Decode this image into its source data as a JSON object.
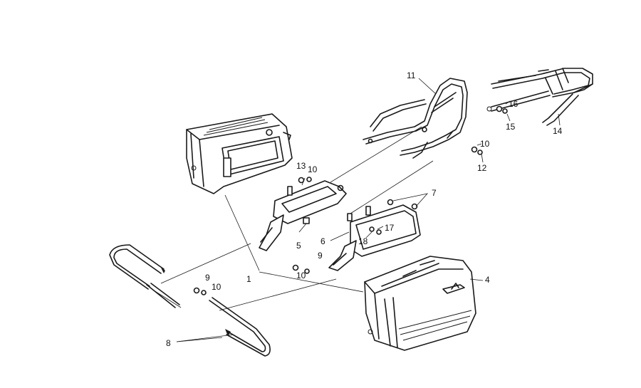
{
  "diagram": {
    "callouts": [
      {
        "id": "c1",
        "text": "1"
      },
      {
        "id": "c4",
        "text": "4"
      },
      {
        "id": "c5",
        "text": "5"
      },
      {
        "id": "c6",
        "text": "6"
      },
      {
        "id": "c7",
        "text": "7"
      },
      {
        "id": "c8",
        "text": "8"
      },
      {
        "id": "c9a",
        "text": "9"
      },
      {
        "id": "c9b",
        "text": "9"
      },
      {
        "id": "c10a",
        "text": "10"
      },
      {
        "id": "c10b",
        "text": "10"
      },
      {
        "id": "c10c",
        "text": "10"
      },
      {
        "id": "c10d",
        "text": "10"
      },
      {
        "id": "c11",
        "text": "11"
      },
      {
        "id": "c12",
        "text": "12"
      },
      {
        "id": "c13",
        "text": "13"
      },
      {
        "id": "c14",
        "text": "14"
      },
      {
        "id": "c15",
        "text": "15"
      },
      {
        "id": "c16",
        "text": "16"
      },
      {
        "id": "c17",
        "text": "17"
      },
      {
        "id": "c18",
        "text": "18"
      }
    ]
  }
}
